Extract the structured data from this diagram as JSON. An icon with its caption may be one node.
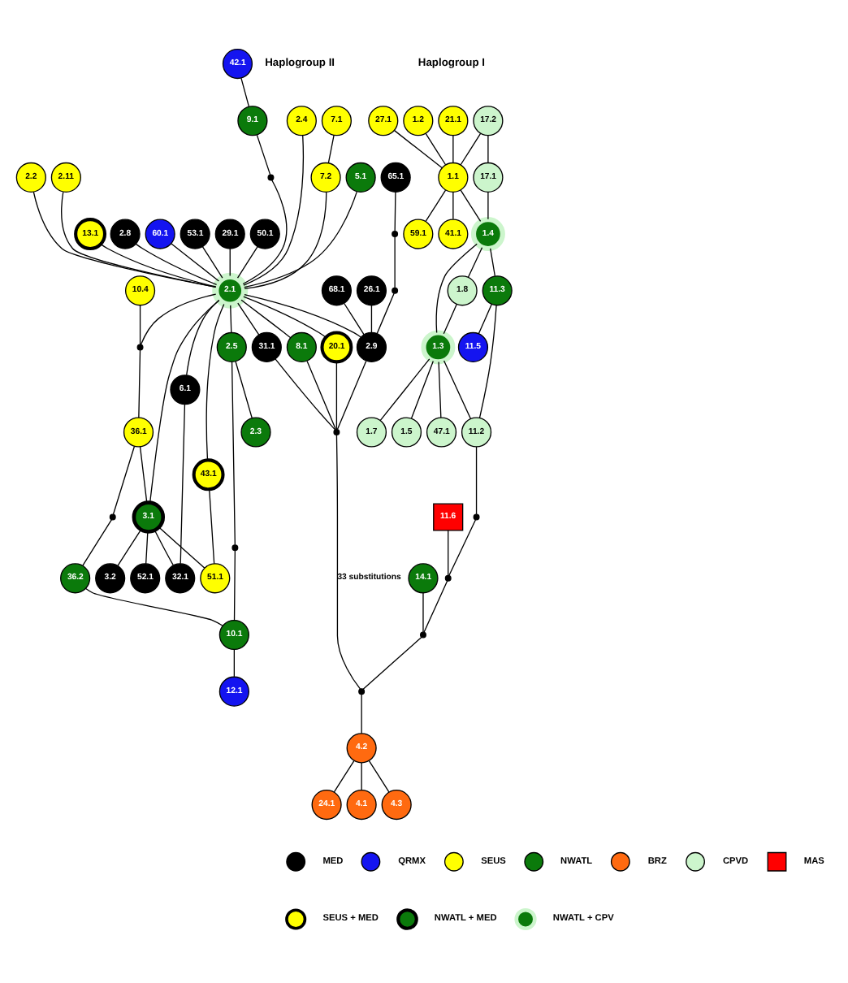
{
  "diagram": {
    "nodes": [
      {
        "text": [
          "7.1"
        ]
      },
      {
        "text": [
          "2.4"
        ]
      },
      {
        "text": [
          "42.1"
        ]
      },
      {
        "text": [
          "7.2"
        ]
      },
      {
        "text": [
          "5.1"
        ]
      },
      {
        "text": [
          "2.2"
        ]
      },
      {
        "text": [
          "2.11"
        ]
      },
      {
        "text": [
          "9.1"
        ]
      },
      {
        "text": [
          "13.1"
        ]
      },
      {
        "text": [
          "2.8"
        ]
      },
      {
        "text": [
          "60.1"
        ]
      },
      {
        "text": [
          "53.1"
        ]
      },
      {
        "text": [
          "65.1"
        ]
      },
      {
        "text": [
          "68.1"
        ]
      },
      {
        "text": [
          "29.1"
        ]
      },
      {
        "text": [
          "26.1"
        ]
      },
      {
        "text": [
          "50.1"
        ]
      },
      {
        "text": [
          "2.9"
        ]
      },
      {
        "text": [
          "2.1"
        ]
      },
      {
        "text": [
          "20.1"
        ]
      },
      {
        "text": [
          "10.4"
        ]
      },
      {
        "text": [
          "31.1"
        ]
      },
      {
        "text": [
          "36.1"
        ]
      },
      {
        "text": [
          "3.1"
        ]
      },
      {
        "text": [
          "6.1"
        ]
      },
      {
        "text": [
          "2.5"
        ]
      },
      {
        "text": [
          "8.1"
        ]
      },
      {
        "text": [
          "52.1"
        ]
      },
      {
        "text": [
          "32.1"
        ]
      },
      {
        "text": [
          "43.1"
        ]
      },
      {
        "text": [
          "3.2"
        ]
      },
      {
        "text": [
          "2.3"
        ]
      },
      {
        "text": [
          "51.1"
        ]
      },
      {
        "text": [
          "36.2"
        ]
      },
      {
        "text": [
          "10.1"
        ]
      },
      {
        "text": [
          "12.1"
        ]
      },
      {
        "text": [],
        "shape": "circle"
      },
      {
        "text": [],
        "shape": "circle"
      },
      {
        "text": [],
        "shape": "circle"
      },
      {
        "text": [],
        "shape": "circle"
      },
      {
        "text": [],
        "shape": "circle"
      },
      {
        "text": [],
        "shape": "circle"
      },
      {
        "text": [],
        "shape": "circle"
      },
      {
        "text": [
          "1.2"
        ]
      },
      {
        "text": [
          "21.1"
        ]
      },
      {
        "text": [
          "27.1"
        ]
      },
      {
        "text": [
          "17.2"
        ]
      },
      {
        "text": [
          "1.1"
        ]
      },
      {
        "text": [
          "41.1"
        ]
      },
      {
        "text": [
          "59.1"
        ]
      },
      {
        "text": [
          "17.1"
        ]
      },
      {
        "text": [
          "1.4"
        ]
      },
      {
        "text": [
          "1.8"
        ]
      },
      {
        "text": [
          "11.3"
        ]
      },
      {
        "text": [
          "1.3"
        ]
      },
      {
        "text": [
          "1.7"
        ]
      },
      {
        "text": [
          "1.5"
        ]
      },
      {
        "text": [
          "11.5"
        ]
      },
      {
        "text": [
          "11.2"
        ]
      },
      {
        "text": [
          "47.1"
        ]
      },
      {
        "text": [
          "11.6"
        ]
      },
      {
        "text": [
          "14.1"
        ]
      },
      {
        "text": [
          "24.1"
        ]
      },
      {
        "text": [
          "4.2"
        ]
      },
      {
        "text": [
          "4.1"
        ]
      },
      {
        "text": [
          "4.3"
        ]
      },
      {
        "text": [],
        "shape": "circle"
      },
      {
        "text": [],
        "shape": "circle"
      },
      {
        "text": [],
        "shape": "circle"
      },
      {
        "text": [],
        "shape": "circle"
      }
    ],
    "edges": [
      {
        "from": 0,
        "to": 3,
        "arrow": "none"
      },
      {
        "from": 3,
        "to": 18,
        "arrow": "none"
      },
      {
        "from": 8,
        "to": 18,
        "arrow": "none"
      },
      {
        "from": 4,
        "to": 18,
        "arrow": "none"
      },
      {
        "from": 5,
        "to": 18,
        "arrow": "none"
      },
      {
        "from": 1,
        "to": 18,
        "arrow": "none"
      },
      {
        "from": 6,
        "to": 18,
        "arrow": "none"
      },
      {
        "from": 2,
        "to": 7,
        "arrow": "none"
      },
      {
        "from": 7,
        "to": 36,
        "arrow": "none"
      },
      {
        "from": 36,
        "to": 18,
        "arrow": "none"
      },
      {
        "from": 10,
        "to": 18,
        "arrow": "none"
      },
      {
        "from": 9,
        "to": 18,
        "arrow": "none"
      },
      {
        "from": 11,
        "to": 18,
        "arrow": "none"
      },
      {
        "from": 14,
        "to": 18,
        "arrow": "none"
      },
      {
        "from": 16,
        "to": 18,
        "arrow": "none"
      },
      {
        "from": 12,
        "to": 37,
        "arrow": "none"
      },
      {
        "from": 37,
        "to": 38,
        "arrow": "none"
      },
      {
        "from": 38,
        "to": 17,
        "arrow": "none"
      },
      {
        "from": 13,
        "to": 17,
        "arrow": "none"
      },
      {
        "from": 15,
        "to": 17,
        "arrow": "none"
      },
      {
        "from": 18,
        "to": 17,
        "arrow": "none"
      },
      {
        "from": 18,
        "to": 19,
        "arrow": "none"
      },
      {
        "from": 18,
        "to": 21,
        "arrow": "none"
      },
      {
        "from": 18,
        "to": 26,
        "arrow": "none"
      },
      {
        "from": 17,
        "to": 42,
        "arrow": "none"
      },
      {
        "from": 19,
        "to": 42,
        "arrow": "none"
      },
      {
        "from": 21,
        "to": 42,
        "arrow": "none"
      },
      {
        "from": 26,
        "to": 42,
        "arrow": "none"
      },
      {
        "from": 18,
        "to": 39,
        "arrow": "none"
      },
      {
        "from": 20,
        "to": 39,
        "arrow": "none"
      },
      {
        "from": 39,
        "to": 22,
        "arrow": "none"
      },
      {
        "from": 22,
        "to": 40,
        "arrow": "none"
      },
      {
        "from": 40,
        "to": 33,
        "arrow": "none"
      },
      {
        "from": 18,
        "to": 23,
        "arrow": "none"
      },
      {
        "from": 22,
        "to": 23,
        "arrow": "none"
      },
      {
        "from": 23,
        "to": 27,
        "arrow": "none"
      },
      {
        "from": 23,
        "to": 30,
        "arrow": "none"
      },
      {
        "from": 23,
        "to": 28,
        "arrow": "none"
      },
      {
        "from": 23,
        "to": 32,
        "arrow": "none"
      },
      {
        "from": 18,
        "to": 24,
        "arrow": "none"
      },
      {
        "from": 24,
        "to": 28,
        "arrow": "none"
      },
      {
        "from": 18,
        "to": 29,
        "arrow": "none"
      },
      {
        "from": 29,
        "to": 32,
        "arrow": "none"
      },
      {
        "from": 18,
        "to": 25,
        "arrow": "none"
      },
      {
        "from": 25,
        "to": 31,
        "arrow": "none"
      },
      {
        "from": 25,
        "to": 41,
        "arrow": "none"
      },
      {
        "from": 41,
        "to": 34,
        "arrow": "none"
      },
      {
        "from": 33,
        "to": 34,
        "arrow": "none"
      },
      {
        "from": 34,
        "to": 35,
        "arrow": "none"
      },
      {
        "from": 42,
        "to": 69,
        "arrow": "none",
        "label": "33 substitutions"
      },
      {
        "from": 43,
        "to": 47,
        "arrow": "none"
      },
      {
        "from": 44,
        "to": 47,
        "arrow": "none"
      },
      {
        "from": 45,
        "to": 47,
        "arrow": "none"
      },
      {
        "from": 47,
        "to": 48,
        "arrow": "none"
      },
      {
        "from": 47,
        "to": 49,
        "arrow": "none"
      },
      {
        "from": 46,
        "to": 47,
        "arrow": "none"
      },
      {
        "from": 46,
        "to": 50,
        "arrow": "none"
      },
      {
        "from": 47,
        "to": 51,
        "arrow": "none"
      },
      {
        "from": 50,
        "to": 51,
        "arrow": "none"
      },
      {
        "from": 51,
        "to": 52,
        "arrow": "none"
      },
      {
        "from": 51,
        "to": 54,
        "arrow": "none"
      },
      {
        "from": 51,
        "to": 53,
        "arrow": "none"
      },
      {
        "from": 52,
        "to": 54,
        "arrow": "none"
      },
      {
        "from": 54,
        "to": 55,
        "arrow": "none"
      },
      {
        "from": 54,
        "to": 56,
        "arrow": "none"
      },
      {
        "from": 54,
        "to": 59,
        "arrow": "none"
      },
      {
        "from": 54,
        "to": 58,
        "arrow": "none"
      },
      {
        "from": 53,
        "to": 57,
        "arrow": "none"
      },
      {
        "from": 53,
        "to": 58,
        "arrow": "none"
      },
      {
        "from": 58,
        "to": 66,
        "arrow": "none"
      },
      {
        "from": 66,
        "to": 67,
        "arrow": "none"
      },
      {
        "from": 60,
        "to": 67,
        "arrow": "none"
      },
      {
        "from": 67,
        "to": 68,
        "arrow": "none"
      },
      {
        "from": 61,
        "to": 68,
        "arrow": "none"
      },
      {
        "from": 68,
        "to": 69,
        "arrow": "none"
      },
      {
        "from": 69,
        "to": 63,
        "arrow": "none"
      },
      {
        "from": 63,
        "to": 62,
        "arrow": "none"
      },
      {
        "from": 63,
        "to": 64,
        "arrow": "none"
      },
      {
        "from": 63,
        "to": 65,
        "arrow": "none"
      }
    ],
    "labels": [
      "Haplogroup II",
      "Haplogroup I"
    ],
    "legend": [
      {
        "text": "MED",
        "color": "#000000"
      },
      {
        "text": "QRMX",
        "color": "#1414f0"
      },
      {
        "text": "SEUS",
        "color": "#ffff00"
      },
      {
        "text": "NWATL",
        "color": "#0b7a0b"
      },
      {
        "text": "BRZ",
        "color": "#ff6a10"
      },
      {
        "text": "CPVD",
        "color": "#ccf5cc"
      },
      {
        "text": "MAS",
        "color": "#ff0000"
      },
      {
        "text": "SEUS + MED"
      },
      {
        "text": "NWATL + MED"
      },
      {
        "text": "NWATL + CPV"
      }
    ]
  }
}
